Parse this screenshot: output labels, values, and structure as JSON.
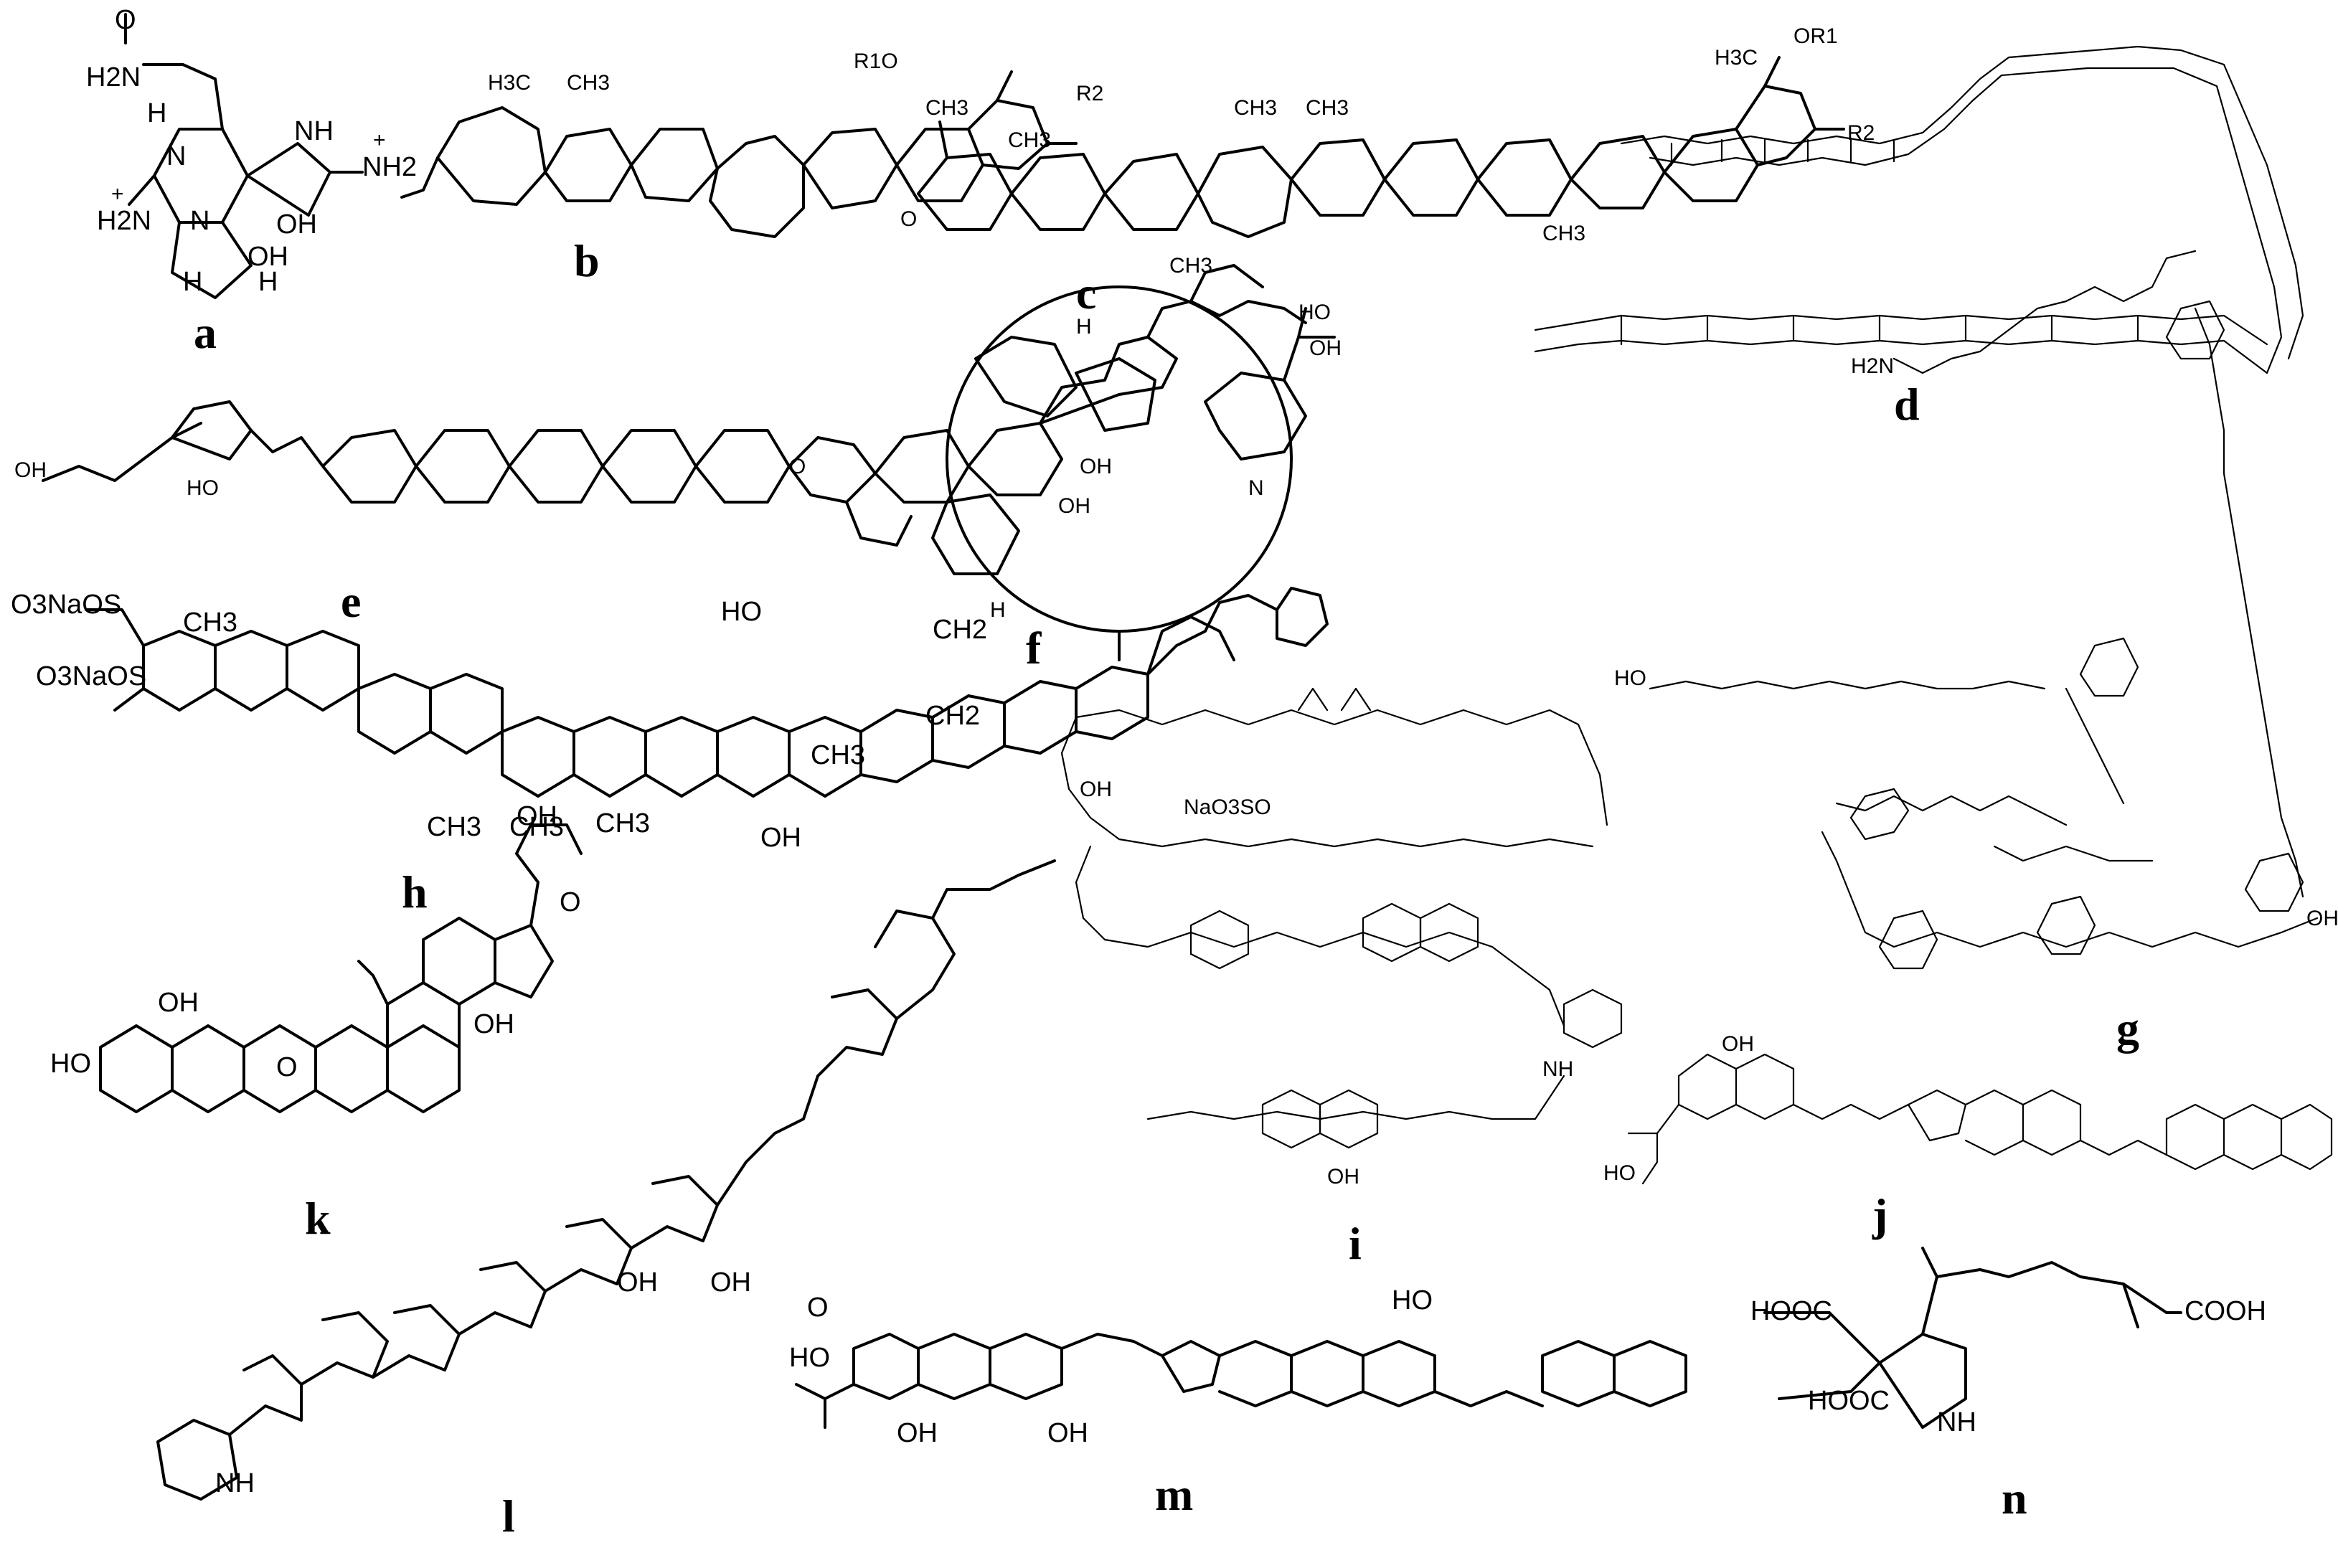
{
  "panels": [
    {
      "id": "a",
      "label": "a",
      "atoms": [
        "O",
        "H2N",
        "H",
        "N",
        "NH",
        "+",
        "NH2",
        "+",
        "H2N",
        "N",
        "OH",
        "OH",
        "H",
        "H"
      ]
    },
    {
      "id": "b",
      "label": "b",
      "atoms": [
        "R1O",
        "R2",
        "H3C",
        "CH3"
      ]
    },
    {
      "id": "c",
      "label": "c",
      "atoms": [
        "OR1",
        "H3C",
        "R2",
        "CH3",
        "CH3",
        "CH3",
        "CH3",
        "CH3",
        "CH3",
        "O"
      ]
    },
    {
      "id": "d",
      "label": "d",
      "atoms": []
    },
    {
      "id": "e",
      "label": "e",
      "atoms": [
        "OH",
        "HO",
        "HO",
        "O",
        "OH"
      ]
    },
    {
      "id": "f",
      "label": "f",
      "atoms": [
        "OH",
        "N",
        "H",
        "H",
        "OH"
      ]
    },
    {
      "id": "g",
      "label": "g",
      "atoms": [
        "H2N",
        "HO",
        "OH"
      ]
    },
    {
      "id": "h",
      "label": "h",
      "atoms": [
        "O3NaOS",
        "O3NaOS",
        "CH3",
        "HO",
        "CH2",
        "CH2",
        "CH3",
        "CH3",
        "CH3",
        "OH",
        "CH3"
      ]
    },
    {
      "id": "i",
      "label": "i",
      "atoms": [
        "NaO3SO",
        "OH",
        "OH",
        "NH"
      ]
    },
    {
      "id": "j",
      "label": "j",
      "atoms": [
        "OH",
        "HO"
      ]
    },
    {
      "id": "k",
      "label": "k",
      "atoms": [
        "OH",
        "OH",
        "HO",
        "O",
        "OH",
        "O"
      ]
    },
    {
      "id": "l",
      "label": "l",
      "atoms": [
        "NH",
        "OH",
        "OH"
      ]
    },
    {
      "id": "m",
      "label": "m",
      "atoms": [
        "HO",
        "O",
        "OH",
        "OH",
        "HO"
      ]
    },
    {
      "id": "n",
      "label": "n",
      "atoms": [
        "HOOC",
        "HOOC",
        "COOH",
        "NH"
      ]
    }
  ]
}
